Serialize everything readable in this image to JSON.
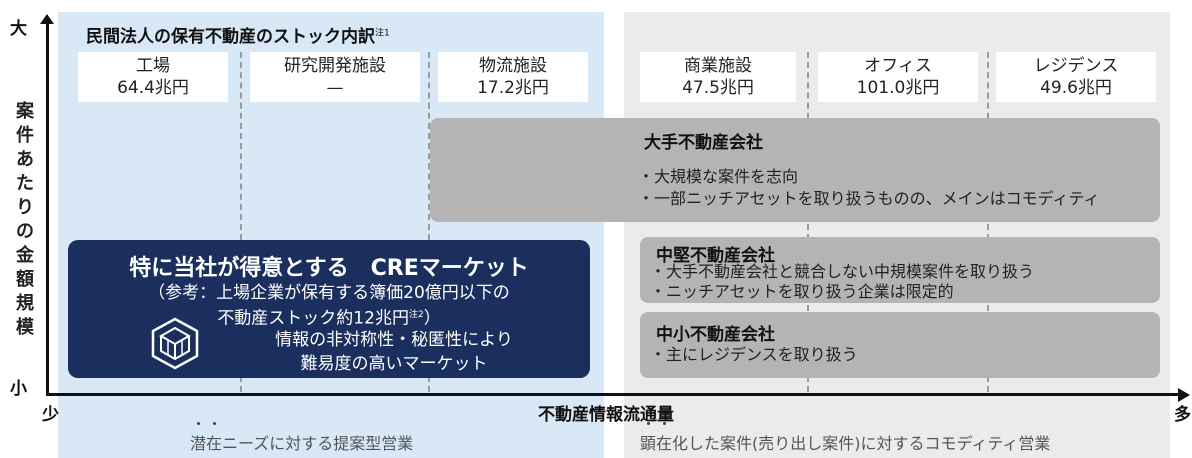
{
  "title": "民間法人の保有不動産のストック内訳",
  "title_note": "注1",
  "categories": [
    {
      "name": "工場",
      "value": "64.4兆円"
    },
    {
      "name": "研究開発施設",
      "value": "—"
    },
    {
      "name": "物流施設",
      "value": "17.2兆円"
    },
    {
      "name": "商業施設",
      "value": "47.5兆円"
    },
    {
      "name": "オフィス",
      "value": "101.0兆円"
    },
    {
      "name": "レジデンス",
      "value": "49.6兆円"
    }
  ],
  "axes": {
    "y_title": "案件あたりの金額規模",
    "y_high": "大",
    "y_low": "小",
    "x_title": "不動産情報流通量",
    "x_low": "少",
    "x_high": "多"
  },
  "large": {
    "title": "大手不動産会社",
    "bullets": [
      "・大規模な案件を志向",
      "・一部ニッチアセットを取り扱うものの、メインはコモディティ"
    ]
  },
  "mid": {
    "title": "中堅不動産会社",
    "bullets": [
      "・大手不動産会社と競合しない中規模案件を取り扱う",
      "・ニッチアセットを取り扱う企業は限定的"
    ]
  },
  "small": {
    "title": "中小不動産会社",
    "bullets": [
      "・主にレジデンスを取り扱う"
    ]
  },
  "cre": {
    "title": "特に当社が得意とする　CREマーケット",
    "note_line1": "（参考：上場企業が保有する簿価20億円以下の",
    "note_line2": "不動産ストック約12兆円",
    "note_mark": "注2",
    "note_close": "）",
    "desc_line1": "情報の非対称性・秘匿性により",
    "desc_line2": "難易度の高いマーケット"
  },
  "bottom": {
    "left": "潜在ニーズに対する提案型営業",
    "right": "顕在化した案件(売り出し案件)に対するコモディティ営業"
  },
  "colors": {
    "left_bg": "#d9e8f6",
    "right_bg": "#ebebeb",
    "navy": "#1b2f5e",
    "gray_box": "#b4b4b4"
  }
}
